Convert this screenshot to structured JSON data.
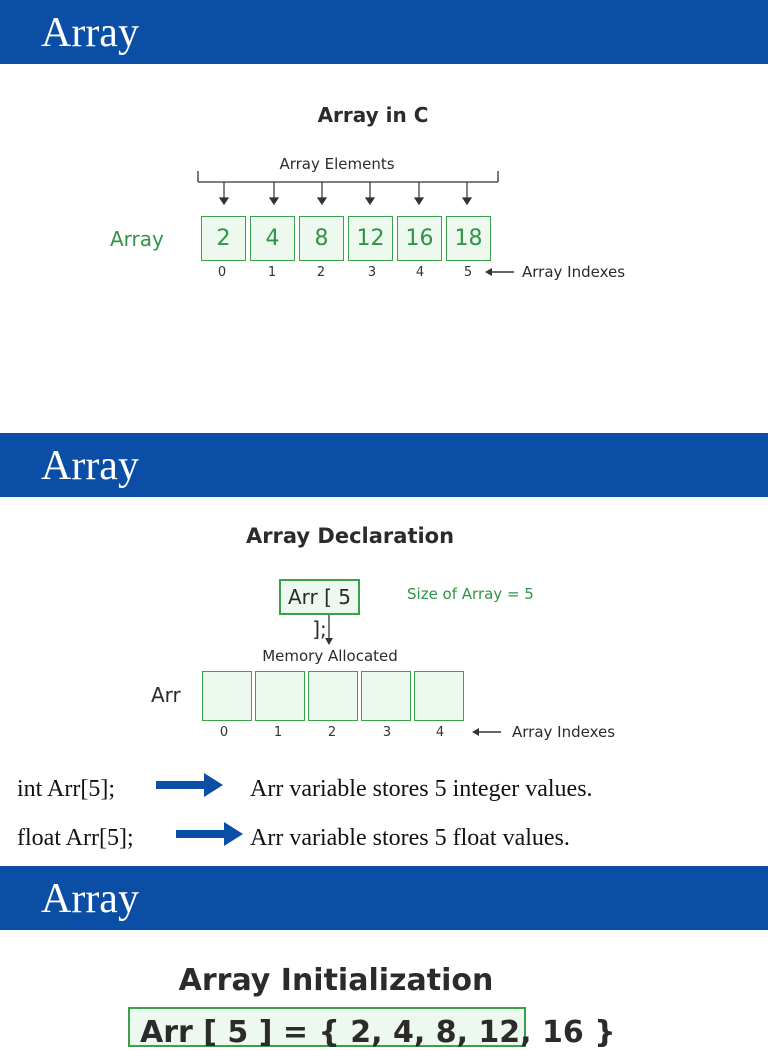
{
  "slides": [
    {
      "banner_title": "Array",
      "diagram_title": "Array in C",
      "elements_label": "Array Elements",
      "row_label": "Array",
      "values": [
        "2",
        "4",
        "8",
        "12",
        "16",
        "18"
      ],
      "indexes": [
        "0",
        "1",
        "2",
        "3",
        "4",
        "5"
      ],
      "indexes_label": "Array Indexes"
    },
    {
      "banner_title": "Array",
      "diagram_title": "Array Declaration",
      "declaration": "Arr [ 5 ];",
      "size_note": "Size of Array = 5",
      "memory_label": "Memory Allocated",
      "row_label": "Arr",
      "indexes": [
        "0",
        "1",
        "2",
        "3",
        "4"
      ],
      "indexes_label": "Array Indexes",
      "examples": [
        {
          "code": "int Arr[5];",
          "description": "Arr variable stores 5 integer values."
        },
        {
          "code": "float Arr[5];",
          "description": "Arr variable stores 5 float values."
        }
      ]
    },
    {
      "banner_title": "Array",
      "diagram_title": "Array Initialization",
      "code_partial": "Arr [ 5 ] = { 2, 4, 8, 12, 16 }"
    }
  ],
  "colors": {
    "banner": "#0b4ea6",
    "accent_green": "#2f9445",
    "cell_fill": "#edf8ee",
    "arrow_blue": "#0b4ea6"
  }
}
